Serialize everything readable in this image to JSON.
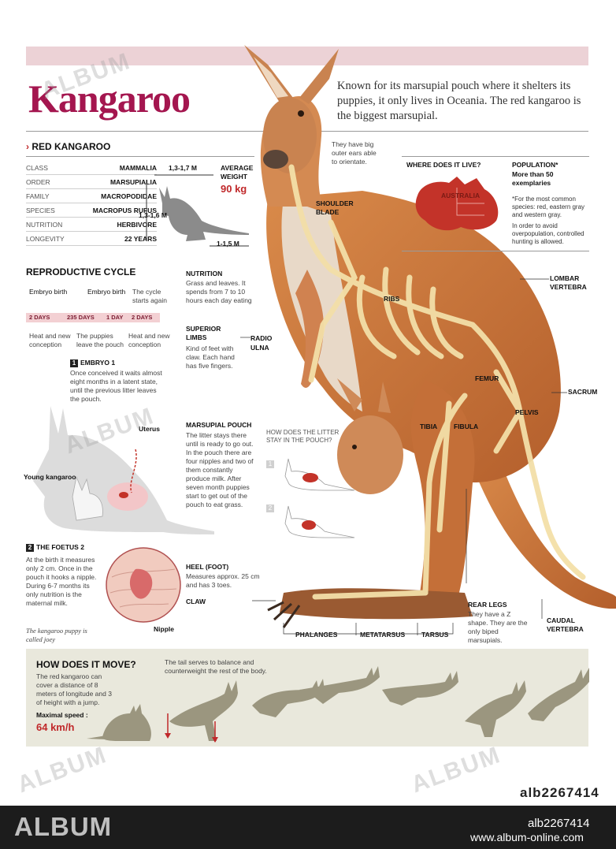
{
  "title": "Kangaroo",
  "intro": "Known for its marsupial pouch where it shelters its puppies, it only lives in Oceania. The red kangaroo is the biggest marsupial.",
  "red_kangaroo": {
    "heading": "RED KANGAROO",
    "rows": [
      {
        "key": "CLASS",
        "value": "MAMMALIA"
      },
      {
        "key": "ORDER",
        "value": "MARSUPIALIA"
      },
      {
        "key": "FAMILY",
        "value": "MACROPODIDAE"
      },
      {
        "key": "SPECIES",
        "value": "MACROPUS RUFUS"
      },
      {
        "key": "NUTRITION",
        "value": "HERBIVORE"
      },
      {
        "key": "LONGEVITY",
        "value": "22 YEARS"
      }
    ],
    "width_label": "1,3-1,7 M",
    "height_label": "1,3-1,6 M",
    "tail_label": "1-1,5 M",
    "weight_label": "AVERAGE WEIGHT",
    "weight_value": "90 kg"
  },
  "ears_note": "They have big outer ears able to orientate.",
  "where": {
    "heading": "WHERE DOES IT LIVE?",
    "map_label": "AUSTRALIA",
    "population_heading": "POPULATION*",
    "population_value": "More than 50 exemplaries",
    "footnote1": "*For the most common species: red, eastern gray and western gray.",
    "footnote2": "In order to avoid overpopulation, controlled hunting is allowed."
  },
  "repro": {
    "heading": "REPRODUCTIVE CYCLE",
    "top_labels": [
      "Embryo birth",
      "Embryo birth",
      "The cycle starts again"
    ],
    "bar": [
      "2 DAYS",
      "235 DAYS",
      "1 DAY",
      "2 DAYS"
    ],
    "bottom_labels": [
      "Heat and new conception",
      "The puppies leave the pouch",
      "Heat and new conception"
    ]
  },
  "embryo": {
    "num": "1",
    "heading": "EMBRYO 1",
    "text": "Once conceived it waits almost eight months in a latent state, until the previous litter leaves the pouch."
  },
  "foetus": {
    "num": "2",
    "heading": "THE FOETUS 2",
    "text": "At the birth it measures only 2 cm. Once in the pouch it hooks a nipple. During 6-7 months its only nutrition is the maternal milk."
  },
  "joey_note": "The kangaroo puppy is called joey",
  "labels_left": {
    "uterus": "Uterus",
    "young": "Young kangaroo",
    "nipple": "Nipple"
  },
  "nutrition": {
    "heading": "NUTRITION",
    "text": "Grass and leaves. It spends from 7 to 10 hours each day eating"
  },
  "superior": {
    "heading": "SUPERIOR LIMBS",
    "text": "Kind of feet with claw. Each hand has five fingers."
  },
  "pouch": {
    "heading": "MARSUPIAL POUCH",
    "text": "The litter stays there until is ready to go out. In the pouch there are four nipples and two of them constantly produce milk. After seven month puppies start to get out of the pouch to eat grass."
  },
  "litter_q": {
    "heading": "HOW DOES THE LITTER STAY IN THE POUCH?",
    "n1": "1",
    "n2": "2"
  },
  "heel": {
    "heading": "HEEL (FOOT)",
    "text": "Measures approx. 25 cm and has 3 toes."
  },
  "rear": {
    "heading": "REAR LEGS",
    "text": "They have a Z shape. They are the only biped marsupials."
  },
  "anatomy": {
    "shoulder": "SHOULDER BLADE",
    "ribs": "RIBS",
    "radio": "RADIO",
    "ulna": "ULNA",
    "lombar": "LOMBAR VERTEBRA",
    "femur": "FEMUR",
    "sacrum": "SACRUM",
    "pelvis": "PELVIS",
    "tibia": "TIBIA",
    "fibula": "FIBULA",
    "claw": "CLAW",
    "phalanges": "PHALANGES",
    "metatarsus": "METATARSUS",
    "tarsus": "TARSUS",
    "caudal": "CAUDAL VERTEBRA"
  },
  "move": {
    "heading": "HOW DOES IT MOVE?",
    "text": "The red kangaroo can cover a distance of 8 meters of longitude and 3 of height with a jump.",
    "speed_label": "Maximal speed :",
    "speed_value": "64 km/h",
    "tail_note": "The tail serves to balance and counterweight the rest of the body."
  },
  "watermark": "ALBUM",
  "footer": {
    "brand": "ALBUM",
    "id_top": "alb2267414",
    "id": "alb2267414",
    "url": "www.album-online.com"
  },
  "colors": {
    "accent": "#a4164f",
    "highlight": "#c0282a",
    "band": "#ecd2d6",
    "fur": "#c8733a",
    "bone": "#f3dfa8"
  }
}
